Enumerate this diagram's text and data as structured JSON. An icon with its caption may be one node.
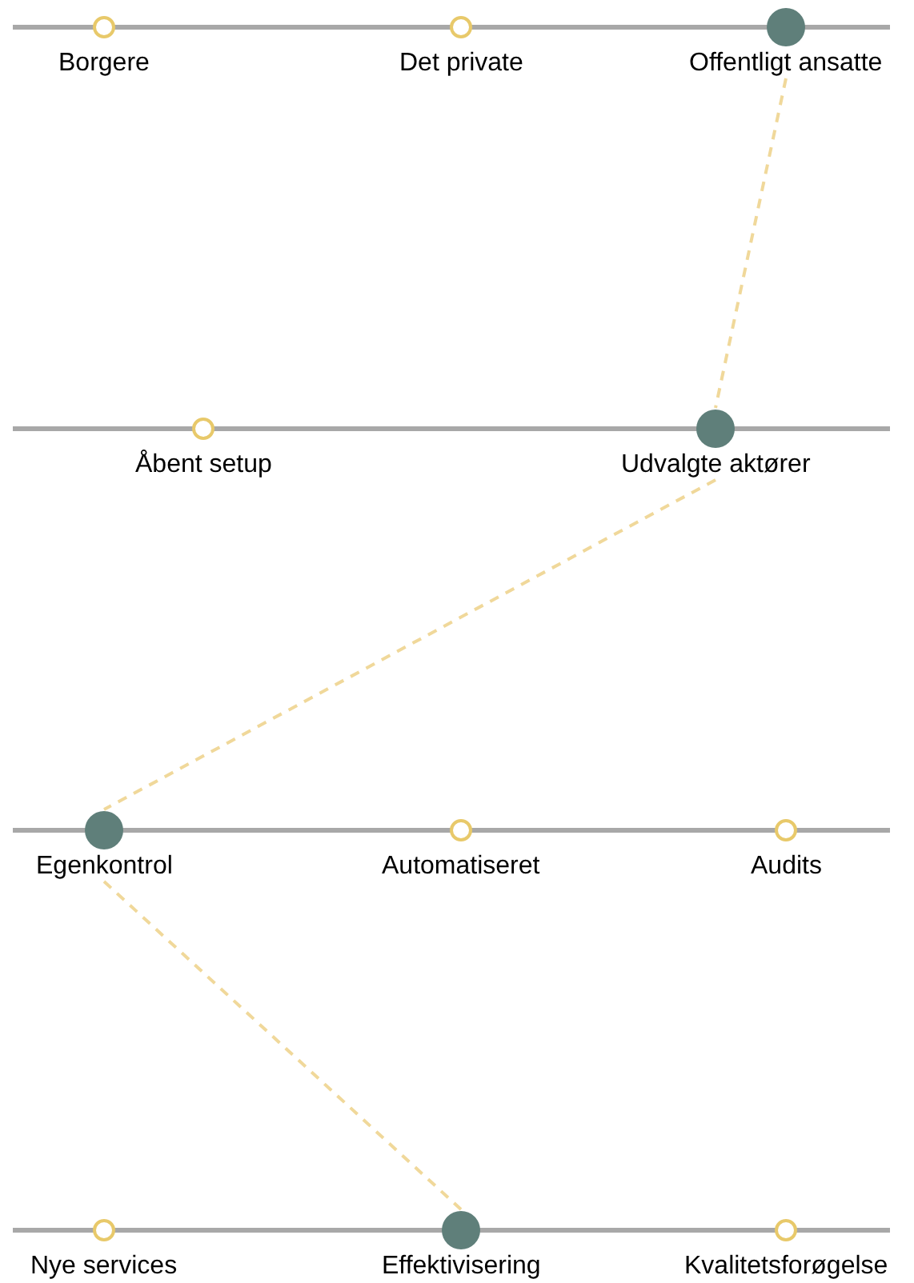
{
  "diagram": {
    "nodes": [
      {
        "text": [
          "Borgere"
        ]
      },
      {
        "text": [
          "Det private"
        ]
      },
      {
        "text": [
          "Offentligt ansatte"
        ]
      },
      {
        "text": [
          "Åbent setup"
        ]
      },
      {
        "text": [
          "Udvalgte aktører"
        ]
      },
      {
        "text": [
          "Egenkontrol"
        ]
      },
      {
        "text": [
          "Automatiseret"
        ]
      },
      {
        "text": [
          "Audits"
        ]
      },
      {
        "text": [
          "Nye services"
        ]
      },
      {
        "text": [
          "Effektivisering"
        ]
      },
      {
        "text": [
          "Kvalitetsforøgelse"
        ]
      }
    ],
    "edges": [
      {
        "from": 2,
        "to": 4,
        "arrow": "none",
        "style": "dashed"
      },
      {
        "from": 4,
        "to": 5,
        "arrow": "none",
        "style": "dashed"
      },
      {
        "from": 5,
        "to": 9,
        "arrow": "none",
        "style": "dashed"
      }
    ]
  }
}
